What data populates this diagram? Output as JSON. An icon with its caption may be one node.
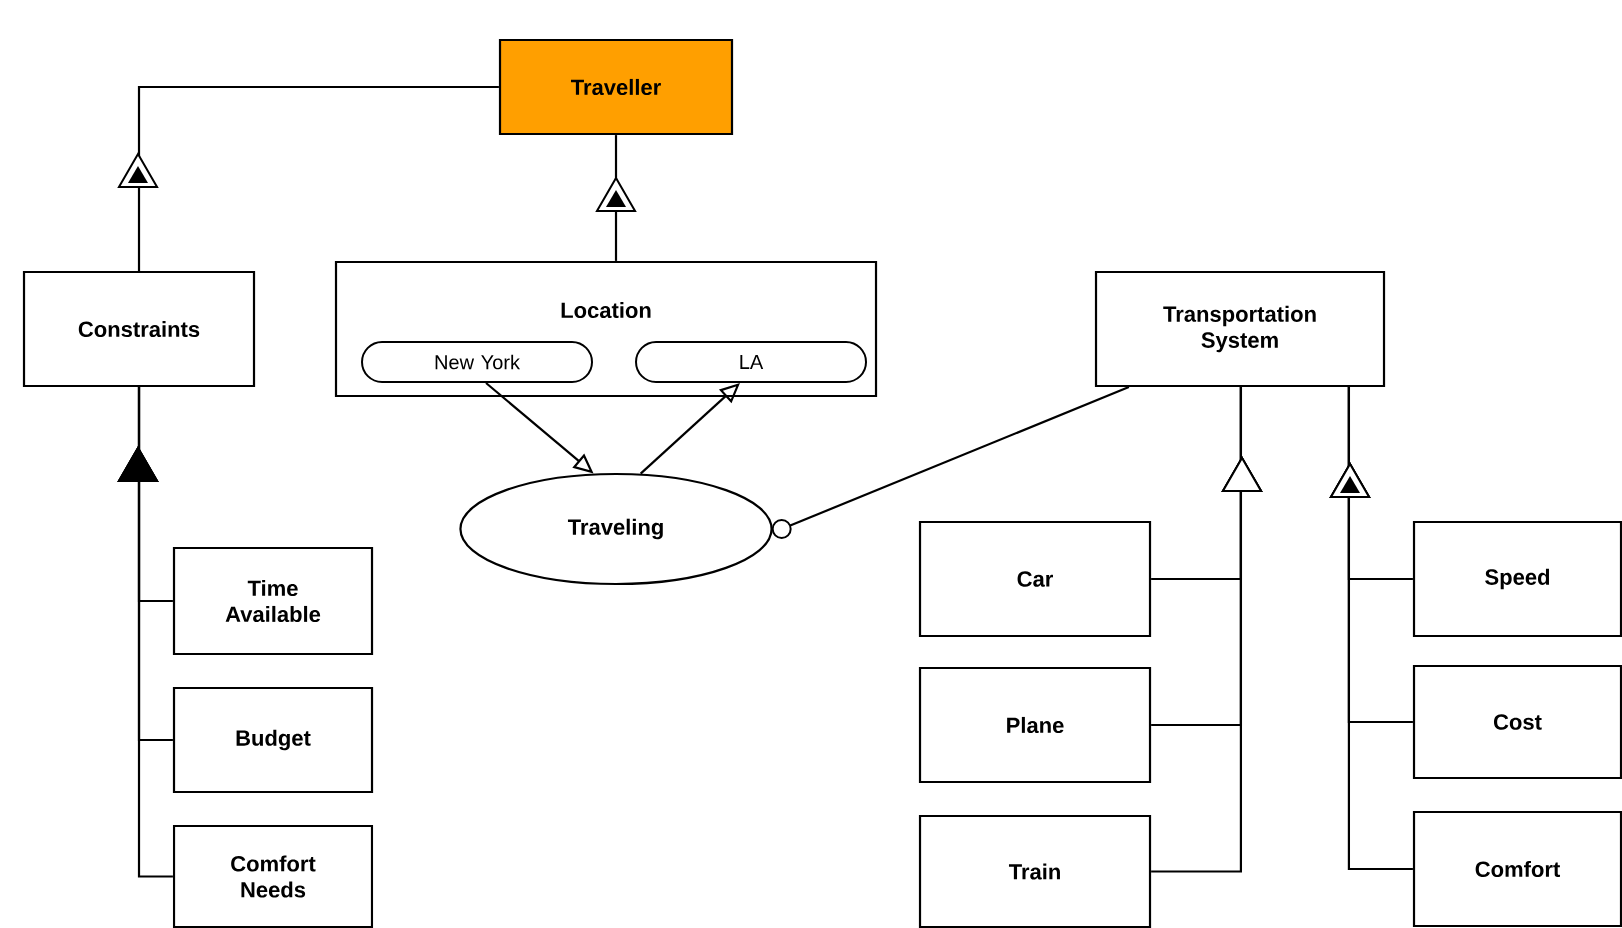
{
  "diagram": {
    "nodes": [
      {
        "text": [
          "Traveller"
        ]
      },
      {
        "text": [
          "Constraints"
        ]
      },
      {
        "text": [
          "Location"
        ]
      },
      {
        "text": [
          "New York"
        ],
        "in": 2
      },
      {
        "text": [
          "LA"
        ],
        "in": 2
      },
      {
        "text": [
          "Traveling"
        ]
      },
      {
        "text": [
          "Transportation System"
        ]
      },
      {
        "text": [
          "Time Available"
        ]
      },
      {
        "text": [
          "Budget"
        ]
      },
      {
        "text": [
          "Comfort Needs"
        ]
      },
      {
        "text": [
          "Car"
        ]
      },
      {
        "text": [
          "Plane"
        ]
      },
      {
        "text": [
          "Train"
        ]
      },
      {
        "text": [
          "Speed"
        ]
      },
      {
        "text": [
          "Cost"
        ]
      },
      {
        "text": [
          "Comfort"
        ]
      }
    ],
    "edges": [
      {
        "from": 1,
        "to": 0,
        "arrow": "to"
      },
      {
        "from": 2,
        "to": 0,
        "arrow": "to"
      },
      {
        "from": 3,
        "to": 5,
        "arrow": "to"
      },
      {
        "from": 5,
        "to": 4,
        "arrow": "to"
      },
      {
        "from": 6,
        "to": 5,
        "arrow": "other"
      },
      {
        "from": 7,
        "to": 1,
        "arrow": "to"
      },
      {
        "from": 8,
        "to": 1,
        "arrow": "to"
      },
      {
        "from": 9,
        "to": 1,
        "arrow": "to"
      },
      {
        "from": 10,
        "to": 6,
        "arrow": "to"
      },
      {
        "from": 11,
        "to": 6,
        "arrow": "to"
      },
      {
        "from": 12,
        "to": 6,
        "arrow": "to"
      },
      {
        "from": 13,
        "to": 6,
        "arrow": "to"
      },
      {
        "from": 14,
        "to": 6,
        "arrow": "to"
      },
      {
        "from": 15,
        "to": 6,
        "arrow": "to"
      }
    ]
  }
}
